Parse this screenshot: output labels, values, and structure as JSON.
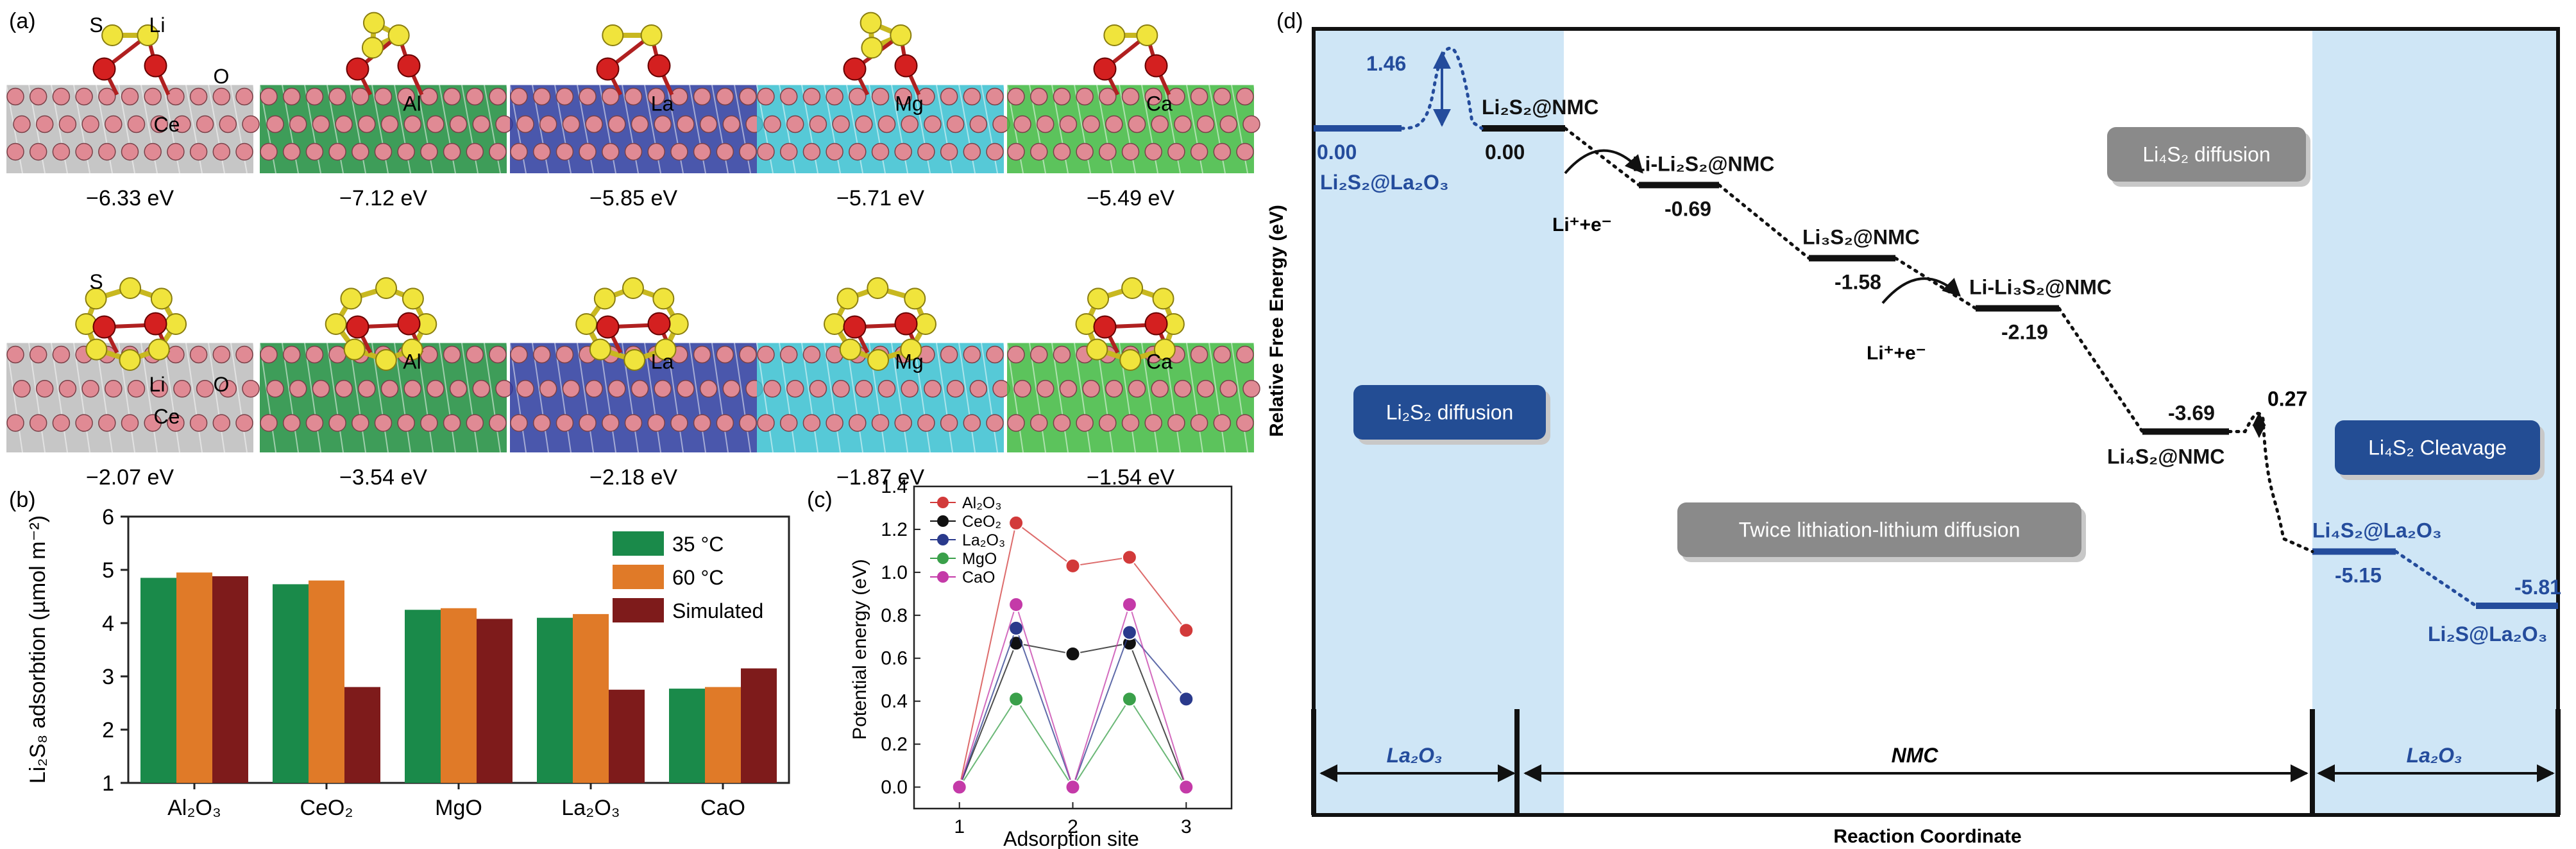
{
  "panel_labels": {
    "a": "(a)",
    "b": "(b)",
    "c": "(c)",
    "d": "(d)"
  },
  "panel_a": {
    "row1": [
      {
        "energy": "−6.33 eV",
        "atom_labels": [
          "S",
          "Li",
          "O",
          "Ce"
        ],
        "metal_color": "#bcbcbc"
      },
      {
        "energy": "−7.12 eV",
        "atom_labels": [
          "Al"
        ],
        "metal_color": "#1c8c3c"
      },
      {
        "energy": "−5.85 eV",
        "atom_labels": [
          "La"
        ],
        "metal_color": "#2a3a9e"
      },
      {
        "energy": "−5.71 eV",
        "atom_labels": [
          "Mg"
        ],
        "metal_color": "#38c0d0"
      },
      {
        "energy": "−5.49 eV",
        "atom_labels": [
          "Ca"
        ],
        "metal_color": "#40b840"
      }
    ],
    "row2": [
      {
        "energy": "−2.07 eV",
        "atom_labels": [
          "S",
          "Li",
          "O",
          "Ce"
        ],
        "metal_color": "#bcbcbc"
      },
      {
        "energy": "−3.54 eV",
        "atom_labels": [
          "Al"
        ],
        "metal_color": "#1c8c3c"
      },
      {
        "energy": "−2.18 eV",
        "atom_labels": [
          "La"
        ],
        "metal_color": "#2a3a9e"
      },
      {
        "energy": "−1.87 eV",
        "atom_labels": [
          "Mg"
        ],
        "metal_color": "#38c0d0"
      },
      {
        "energy": "−1.54 eV",
        "atom_labels": [
          "Ca"
        ],
        "metal_color": "#40b840"
      }
    ],
    "colors": {
      "S": "#f0e43c",
      "Li": "#d42020",
      "O": "#e08a94"
    }
  },
  "chart_data": [
    {
      "panel": "b",
      "type": "bar",
      "categories": [
        "Al₂O₃",
        "CeO₂",
        "MgO",
        "La₂O₃",
        "CaO"
      ],
      "series": [
        {
          "name": "35 °C",
          "color": "#1a8a4a",
          "values": [
            4.85,
            4.73,
            4.25,
            4.1,
            2.77
          ]
        },
        {
          "name": "60 °C",
          "color": "#e07a28",
          "values": [
            4.95,
            4.8,
            4.28,
            4.17,
            2.8
          ]
        },
        {
          "name": "Simulated",
          "color": "#7e1b1b",
          "values": [
            4.88,
            2.8,
            4.08,
            2.75,
            3.15
          ]
        }
      ],
      "ylabel": "Li₂S₈ adsorbtion (µmol m⁻²)",
      "ylim": [
        1,
        6
      ],
      "yticks": [
        1,
        2,
        3,
        4,
        5,
        6
      ],
      "legend_position": "top-right"
    },
    {
      "panel": "c",
      "type": "line",
      "x": [
        1,
        1.5,
        2,
        2.5,
        3
      ],
      "xticks": [
        1,
        2,
        3
      ],
      "series": [
        {
          "name": "Al₂O₃",
          "color": "#d23a3a",
          "values": [
            0.0,
            1.23,
            1.03,
            1.07,
            0.73
          ]
        },
        {
          "name": "CeO₂",
          "color": "#111111",
          "values": [
            0.0,
            0.67,
            0.62,
            0.67,
            0.0
          ]
        },
        {
          "name": "La₂O₃",
          "color": "#2a3a8c",
          "values": [
            0.0,
            0.74,
            0.0,
            0.72,
            0.41
          ]
        },
        {
          "name": "MgO",
          "color": "#3aa04a",
          "values": [
            0.0,
            0.41,
            0.0,
            0.41,
            0.0
          ]
        },
        {
          "name": "CaO",
          "color": "#c43aa8",
          "values": [
            0.0,
            0.85,
            0.0,
            0.85,
            0.0
          ]
        }
      ],
      "xlabel": "Adsorption site",
      "ylabel": "Potential energy (eV)",
      "ylim": [
        -0.1,
        1.4
      ],
      "yticks": [
        "0.0",
        "0.2",
        "0.4",
        "0.6",
        "0.8",
        "1.0",
        "1.2",
        "1.4"
      ],
      "legend_position": "top-left"
    },
    {
      "panel": "d",
      "type": "line",
      "title": "",
      "xlabel": "Reaction Coordinate",
      "ylabel": "Relative Free Energy (eV)",
      "levels": [
        {
          "species": "Li₂S₂@La₂O₃",
          "energy": 0.0,
          "value_label": "0.00",
          "color": "#244c9c"
        },
        {
          "species": "Li₂S₂@NMC",
          "energy": 0.0,
          "value_label": "0.00",
          "color": "#111111"
        },
        {
          "species": "Li-Li₂S₂@NMC",
          "energy": -0.69,
          "value_label": "-0.69",
          "color": "#111111"
        },
        {
          "species": "Li₃S₂@NMC",
          "energy": -1.58,
          "value_label": "-1.58",
          "color": "#111111"
        },
        {
          "species": "Li-Li₃S₂@NMC",
          "energy": -2.19,
          "value_label": "-2.19",
          "color": "#111111"
        },
        {
          "species": "Li₄S₂@NMC",
          "energy": -3.69,
          "value_label": "-3.69",
          "color": "#111111"
        },
        {
          "species": "Li₄S₂@La₂O₃",
          "energy": -5.15,
          "value_label": "-5.15",
          "color": "#244c9c"
        },
        {
          "species": "Li₂S@La₂O₃",
          "energy": -5.81,
          "value_label": "-5.81",
          "color": "#244c9c"
        }
      ],
      "barriers": [
        {
          "value": 1.46,
          "label": "1.46"
        },
        {
          "value": 0.27,
          "label": "0.27"
        }
      ],
      "reaction_steps": [
        "Li⁺+e⁻",
        "Li⁺+e⁻"
      ],
      "process_labels": [
        "Li₂S₂ diffusion",
        "Li₄S₂ diffusion",
        "Twice lithiation-lithium diffusion",
        "Li₄S₂ Cleavage"
      ],
      "regions": [
        "La₂O₃",
        "NMC",
        "La₂O₃"
      ]
    }
  ]
}
